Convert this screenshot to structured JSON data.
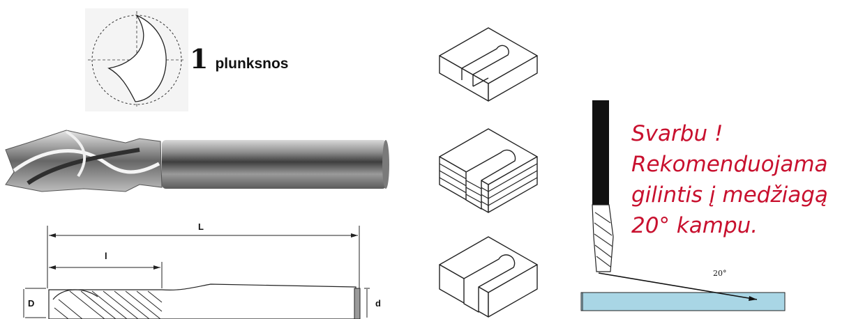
{
  "flute_label": {
    "number": "1",
    "word": "plunksnos"
  },
  "drawing_dims": {
    "overall_length": "L",
    "cutting_length": "l",
    "cut_diameter": "D",
    "shank_diameter": "d"
  },
  "note": {
    "lines": [
      "Svarbu !",
      "Rekomenduojama",
      "gilintis į medžiagą",
      "20° kampu."
    ],
    "color": "#c8102e"
  },
  "plunge_angle_label": "20°"
}
